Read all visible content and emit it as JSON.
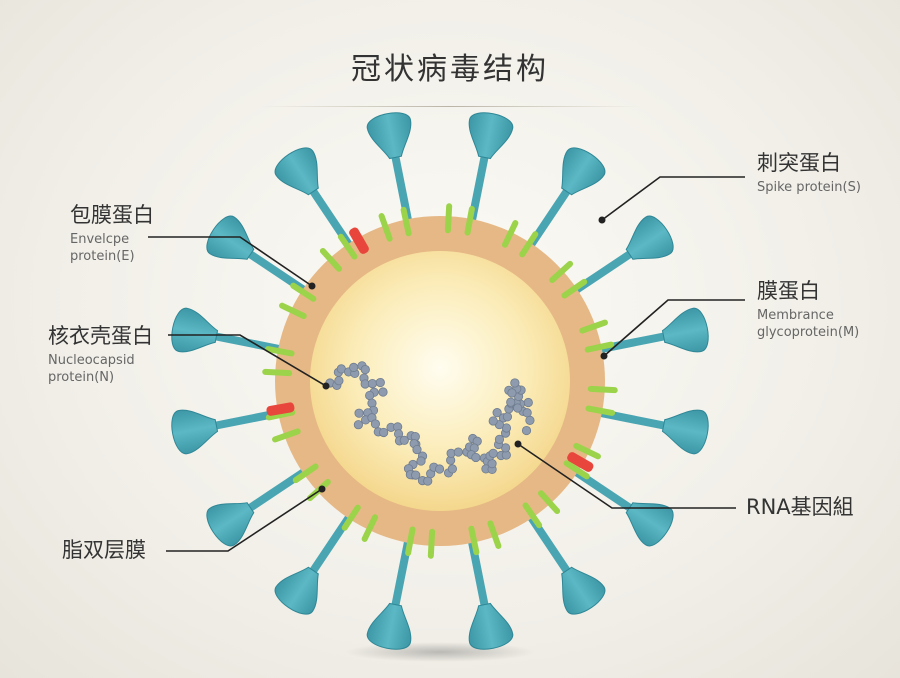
{
  "title": "冠状病毒结构",
  "labels": {
    "spike": {
      "zh": "刺突蛋白",
      "en": "Spike protein(S)"
    },
    "envelope": {
      "zh": "包膜蛋白",
      "en_line1": "Envelcpe",
      "en_line2": "protein(E)"
    },
    "membrane": {
      "zh": "膜蛋白",
      "en_line1": "Membrance",
      "en_line2": "glycoprotein(M)"
    },
    "nucleocapsid": {
      "zh": "核衣壳蛋白",
      "en_line1": "Nucleocapsid",
      "en_line2": "protein(N)"
    },
    "lipid": {
      "zh": "脂双层膜"
    },
    "rna": {
      "zh": "RNA基因組"
    }
  },
  "colors": {
    "spike": "#4aa5b3",
    "spike_dark": "#2f8796",
    "membrane_ring": "#e6b885",
    "membrane_protein": "#9bd34a",
    "envelope_protein": "#e8463c",
    "core_inner": "#fffbe6",
    "core_outer": "#f7df9a",
    "rna": "#8e9bae",
    "leader_line": "#222222"
  }
}
